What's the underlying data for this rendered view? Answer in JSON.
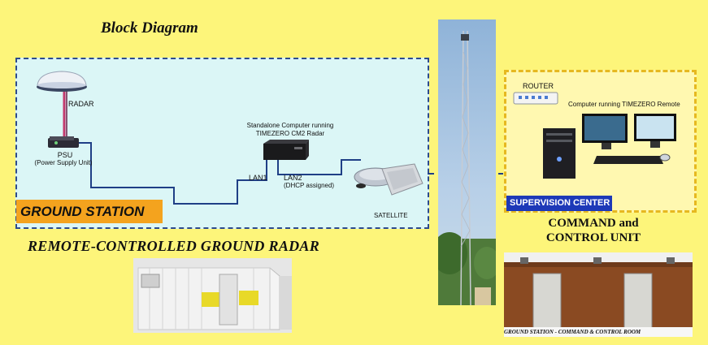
{
  "title": "Block Diagram",
  "ground_station": {
    "tag": "GROUND STATION",
    "radar_label": "RADAR",
    "psu_label": "PSU",
    "psu_sublabel": "(Power Supply Unit)",
    "computer_label_line1": "Standalone Computer running",
    "computer_label_line2": "TIMEZERO CM2 Radar",
    "lan1_label": "LAN1",
    "lan2_label": "LAN2",
    "lan2_sublabel": "(DHCP assigned)",
    "satellite_label": "SATELLITE"
  },
  "supervision_center": {
    "tag": "SUPERVISION CENTER",
    "router_label": "ROUTER",
    "computer_label": "Computer running TIMEZERO Remote"
  },
  "remote_caption": "REMOTE-CONTROLLED GROUND RADAR",
  "command_caption_line1": "COMMAND and",
  "command_caption_line2": "CONTROL UNIT",
  "room_caption": "GROUND STATION - COMMAND & CONTROL ROOM",
  "colors": {
    "background": "#fdf57a",
    "ground_panel": "#dbf6f6",
    "supervision_panel": "#fff8b0",
    "link_line": "#1f3f86",
    "ground_tag": "#f4a31e",
    "supervision_tag": "#1d39b8"
  }
}
